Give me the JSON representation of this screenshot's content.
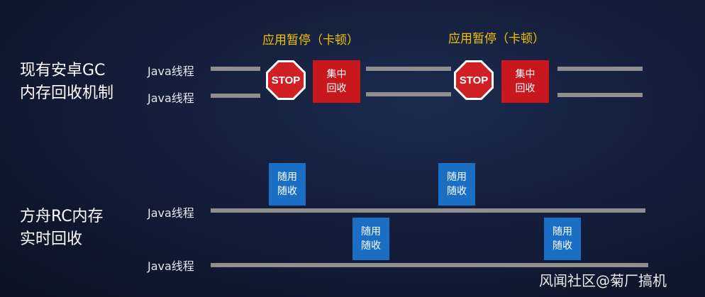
{
  "gc_section": {
    "title_line1": "现有安卓GC",
    "title_line2": "内存回收机制",
    "thread_label_1": "Java线程",
    "thread_label_2": "Java线程",
    "pause_label": "应用暂停（卡顿）",
    "stop_text": "STOP",
    "gc_box_line1": "集中",
    "gc_box_line2": "回收"
  },
  "rc_section": {
    "title_line1": "方舟RC内存",
    "title_line2": "实时回收",
    "thread_label_1": "Java线程",
    "thread_label_2": "Java线程",
    "rc_box_line1": "随用",
    "rc_box_line2": "随收"
  },
  "watermark": "风闻社区@菊厂搞机",
  "colors": {
    "pause_label": "#f2c200",
    "stop_sign": "#d11f26",
    "gc_box": "#c8171d",
    "rc_box": "#1a6fc4",
    "thread_line": "#8f8f8f"
  }
}
